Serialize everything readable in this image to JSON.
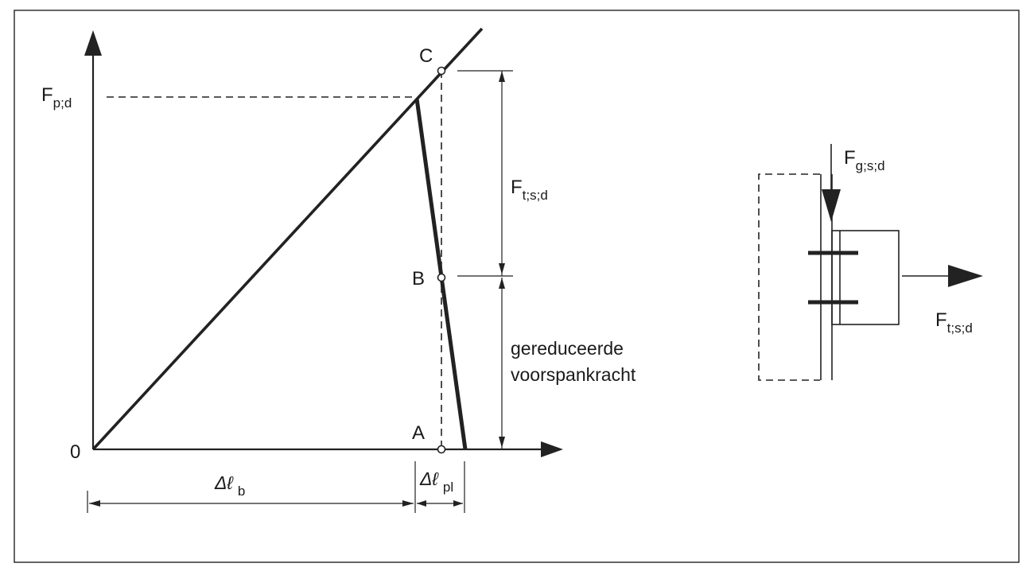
{
  "diagram": {
    "origin_label": "0",
    "point_a": "A",
    "point_b": "B",
    "point_c": "C",
    "fpd_main": "F",
    "fpd_sub": "p;d",
    "ftsd_main": "F",
    "ftsd_sub": "t;s;d",
    "reduced_line1": "gereduceerde",
    "reduced_line2": "voorspankracht",
    "dlb_main": "Δℓ",
    "dlb_sub": "b",
    "dlpl_main": "Δℓ",
    "dlpl_sub": "pl",
    "connection": {
      "fgsd_main": "F",
      "fgsd_sub": "g;s;d",
      "ftsd_main": "F",
      "ftsd_sub": "t;s;d"
    }
  }
}
